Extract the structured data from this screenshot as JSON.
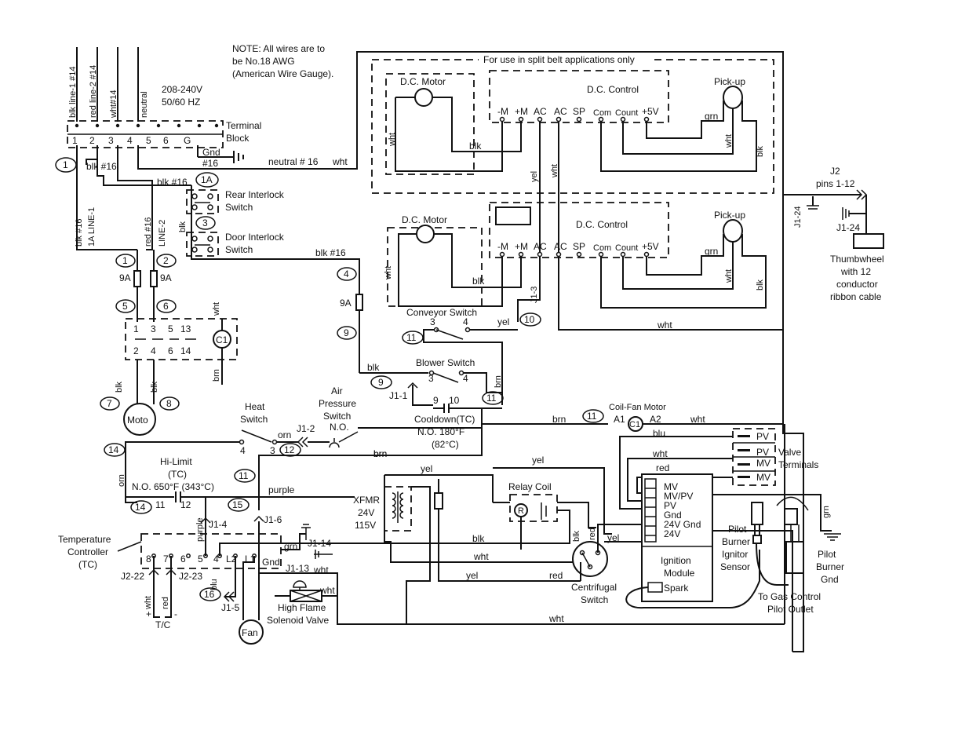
{
  "note": {
    "line1": "NOTE: All wires are to",
    "line2": "be  No.18 AWG",
    "line3": "(American Wire Gauge)."
  },
  "supply": {
    "voltage": "208-240V",
    "frequency": "50/60 HZ",
    "wire_blk_line1": "blk line-1 #14",
    "wire_red_line2": "red line-2 #14",
    "wire_wht": "wht#14",
    "wire_neutral": "neutral"
  },
  "terminal_block": {
    "label_line1": "Terminal",
    "label_line2": "Block",
    "terminals": [
      "1",
      "2",
      "3",
      "4",
      "5",
      "6",
      "G"
    ],
    "gnd": "Gnd",
    "gnd_wire": "#16",
    "neutral_wire": "neutral # 16",
    "neutral_color": "wht"
  },
  "split_belt": {
    "title": "For use in split belt applications only",
    "dc_motor": "D.C. Motor",
    "dc_control": "D.C. Control",
    "pickup": "Pick-up",
    "terminals": [
      "-M",
      "+M",
      "AC",
      "AC",
      "SP",
      "Com",
      "Count",
      "+5V"
    ],
    "wire_wht": "wht",
    "wire_blk": "blk",
    "wire_grn": "grn",
    "wire_wht2": "wht",
    "wire_blk2": "blk",
    "wire_yel": "yel",
    "wire_wht3": "wht"
  },
  "main_drive": {
    "dc_motor": "D.C. Motor",
    "dc_control": "D.C. Control",
    "pickup": "Pick-up",
    "terminals": [
      "-M",
      "+M",
      "AC",
      "AC",
      "SP",
      "Com",
      "Count",
      "+5V"
    ],
    "wire_wht": "wht",
    "wire_blk": "blk",
    "wire_grn": "grn",
    "wire_wht2": "wht",
    "wire_blk2": "blk",
    "connector": "J1-3",
    "wire_wht_bottom": "wht"
  },
  "j2": {
    "label": "J2",
    "pins": "pins 1-12",
    "j1_24_left": "J1-24",
    "j1_24_right": "J1-24"
  },
  "thumbwheel": {
    "line1": "Thumbwheel",
    "line2": "with 12",
    "line3": "conductor",
    "line4": "ribbon cable"
  },
  "wire_labels": {
    "blk16_a": "blk #16",
    "blk16_b": "blk #16",
    "blk16_line1": "blk #16",
    "line1": "1A   LINE-1",
    "red16_line2": "red  #16",
    "line2": "LINE-2",
    "blk16_c": "blk #16",
    "blk_interlock": "blk",
    "fuse_9a_left": "9A",
    "fuse_9a_right": "9A",
    "fuse_9a_mid": "9A",
    "blk_motor_l": "blk",
    "blk_motor_r": "blk",
    "wht_contactor": "wht",
    "brn_contactor": "brn",
    "blk_blower": "blk",
    "brn_blower": "brn",
    "yel_conveyor": "yel",
    "orn_heat": "orn",
    "brn_cooldown": "brn",
    "brn_fan": "brn",
    "wht_fan": "wht",
    "brn_hilimit": "brn",
    "orn_hilimit": "orn",
    "purple": "purple",
    "purple_j1_4": "purple",
    "yel_xfmr": "yel",
    "yel_relay": "yel",
    "blk_tc": "blk",
    "wht_tc": "wht",
    "yel_tc": "yel",
    "red_tc": "red",
    "blk_centrifugal": "blk",
    "red_centrifugal": "red",
    "yel_centrifugal": "yel",
    "blu_valve": "blu",
    "wht_valve": "wht",
    "red_valve": "red",
    "grn_pilot": "grn",
    "grn_tc": "grn",
    "wht_solenoid": "wht",
    "blu_tc": "blu",
    "wht_tc_left": "wht",
    "red_tc_left": "red",
    "wht_bottom": "wht"
  },
  "components": {
    "rear_interlock": [
      "Rear Interlock",
      "Switch"
    ],
    "door_interlock": [
      "Door Interlock",
      "Switch"
    ],
    "motor": "Moto",
    "contactor_coil": "C1",
    "contactor_top": [
      "1",
      "3",
      "5",
      "13"
    ],
    "contactor_bottom": [
      "2",
      "4",
      "6",
      "14"
    ],
    "conveyor_switch": "Conveyor Switch",
    "conveyor_terms": [
      "3",
      "4"
    ],
    "blower_switch": "Blower Switch",
    "blower_terms": [
      "3",
      "4"
    ],
    "j1_1": "J1-1",
    "cooldown_terms": [
      "9",
      "10"
    ],
    "cooldown": [
      "Cooldown(TC)",
      "N.O. 180°F",
      "(82°C)"
    ],
    "heat_switch": [
      "Heat",
      "Switch"
    ],
    "heat_terms": [
      "4",
      "3"
    ],
    "air_pressure": [
      "Air",
      "Pressure",
      "Switch",
      "N.O."
    ],
    "j1_2": "J1-2",
    "coil_fan_motor": "Coil-Fan Motor",
    "coil_fan_terms": [
      "A1",
      "A2"
    ],
    "coil_fan_coil": "C1",
    "hi_limit": [
      "Hi-Limit",
      "(TC)",
      "N.O. 650°F (343°C)"
    ],
    "hi_limit_terms": [
      "11",
      "12"
    ],
    "xfmr": [
      "XFMR",
      "24V",
      "115V"
    ],
    "relay_coil": "Relay Coil",
    "relay_r": "R",
    "temp_controller": [
      "Temperature",
      "Controller",
      "(TC)"
    ],
    "tc_terms": [
      "8",
      "7",
      "6",
      "5",
      "4",
      "L2",
      "L1",
      "Gnd"
    ],
    "j1_4": "J1-4",
    "j1_6": "J1-6",
    "j1_14": "J1-14",
    "j1_13": "J1-13",
    "j1_5": "J1-5",
    "j2_22": "J2-22",
    "j2_23": "J2-23",
    "tc_sensor": "T/C",
    "tc_plus": "+",
    "tc_minus": "-",
    "solenoid": [
      "High Flame",
      "Solenoid Valve"
    ],
    "fan": "Fan",
    "centrifugal": [
      "Centrifugal",
      "Switch"
    ],
    "valve_terms": [
      "PV",
      "PV",
      "MV",
      "MV"
    ],
    "valve_label": [
      "Valve",
      "Terminals"
    ],
    "ignition_terms": [
      "MV",
      "MV/PV",
      "PV",
      "Gnd",
      "24V Gnd",
      "24V"
    ],
    "ignition_module": [
      "Ignition",
      "Module"
    ],
    "spark": "Spark",
    "pilot_burner_ignitor": [
      "Pilot",
      "Burner",
      "Ignitor",
      "Sensor"
    ],
    "pilot_burner_gnd": [
      "Pilot",
      "Burner",
      "Gnd"
    ],
    "gas_control": [
      "To Gas Control",
      "Pilot Outlet"
    ]
  },
  "circle_labels": [
    "1",
    "1A",
    "3",
    "1",
    "2",
    "5",
    "6",
    "7",
    "8",
    "4",
    "9",
    "11",
    "10",
    "9",
    "11",
    "11",
    "14",
    "12",
    "11",
    "14",
    "15",
    "16"
  ]
}
